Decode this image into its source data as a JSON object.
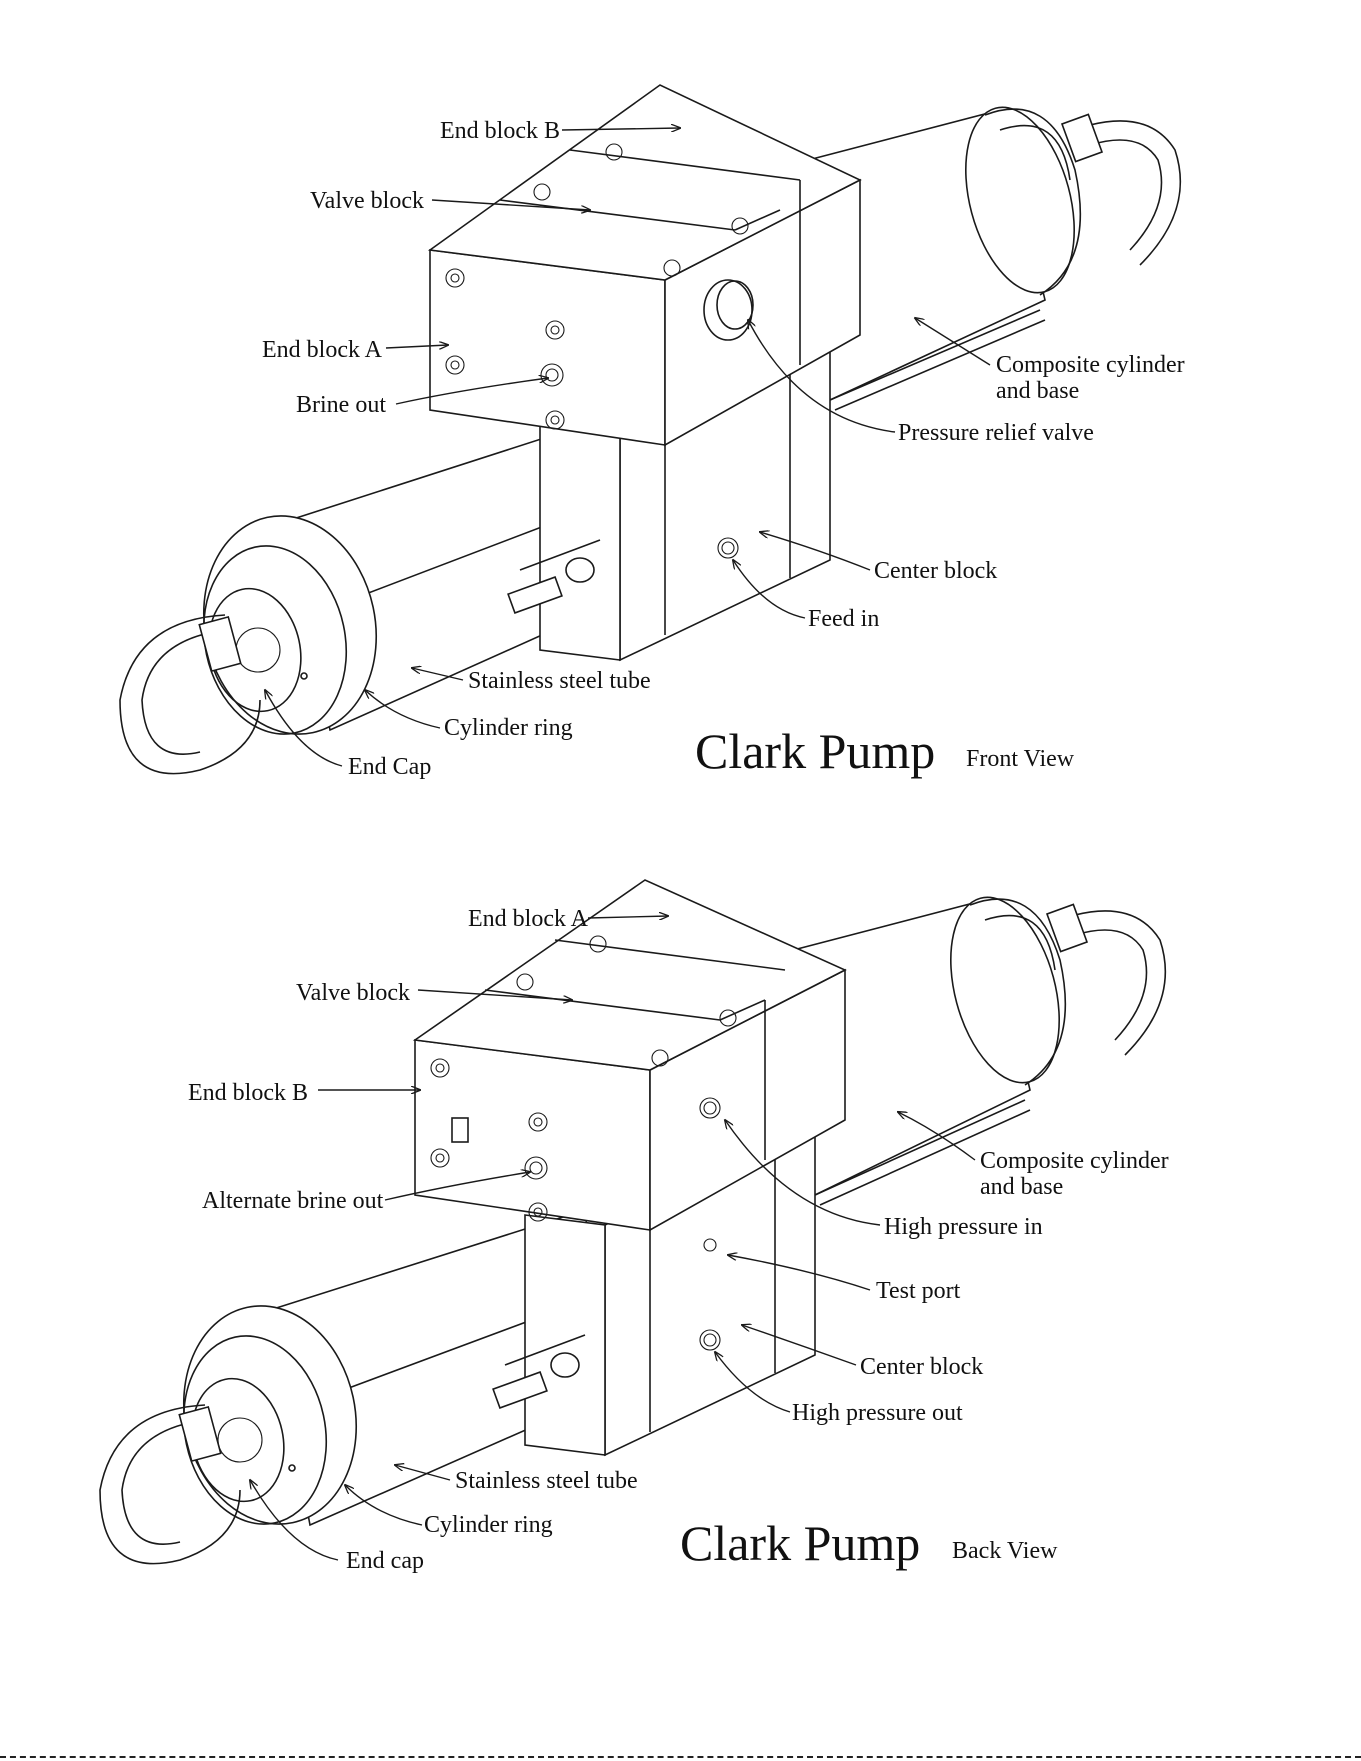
{
  "front": {
    "title": "Clark Pump",
    "view": "Front View",
    "labels": {
      "end_block_b": "End block B",
      "valve_block": "Valve block",
      "end_block_a": "End block A",
      "brine_out": "Brine out",
      "composite_cylinder_1": "Composite cylinder",
      "composite_cylinder_2": "and base",
      "pressure_relief_valve": "Pressure relief valve",
      "center_block": "Center block",
      "feed_in": "Feed in",
      "stainless_steel_tube": "Stainless steel tube",
      "cylinder_ring": "Cylinder ring",
      "end_cap": "End Cap"
    }
  },
  "back": {
    "title": "Clark Pump",
    "view": "Back View",
    "labels": {
      "end_block_a": "End block A",
      "valve_block": "Valve block",
      "end_block_b": "End block B",
      "alternate_brine_out": "Alternate brine out",
      "composite_cylinder_1": "Composite cylinder",
      "composite_cylinder_2": "and base",
      "high_pressure_in": "High pressure in",
      "test_port": "Test port",
      "center_block": "Center block",
      "high_pressure_out": "High pressure out",
      "stainless_steel_tube": "Stainless steel tube",
      "cylinder_ring": "Cylinder ring",
      "end_cap": "End cap"
    }
  }
}
